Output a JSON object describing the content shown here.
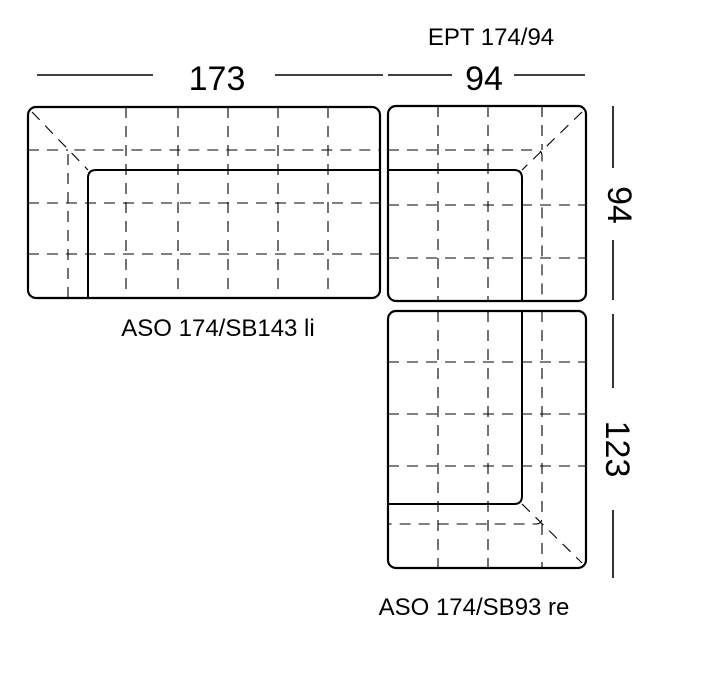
{
  "labels": {
    "top_module": "EPT 174/94",
    "left_module": "ASO 174/SB143 li",
    "bottom_module": "ASO 174/SB93 re"
  },
  "dimensions": {
    "width_left": "173",
    "width_right": "94",
    "height_top": "94",
    "height_bottom": "123"
  }
}
